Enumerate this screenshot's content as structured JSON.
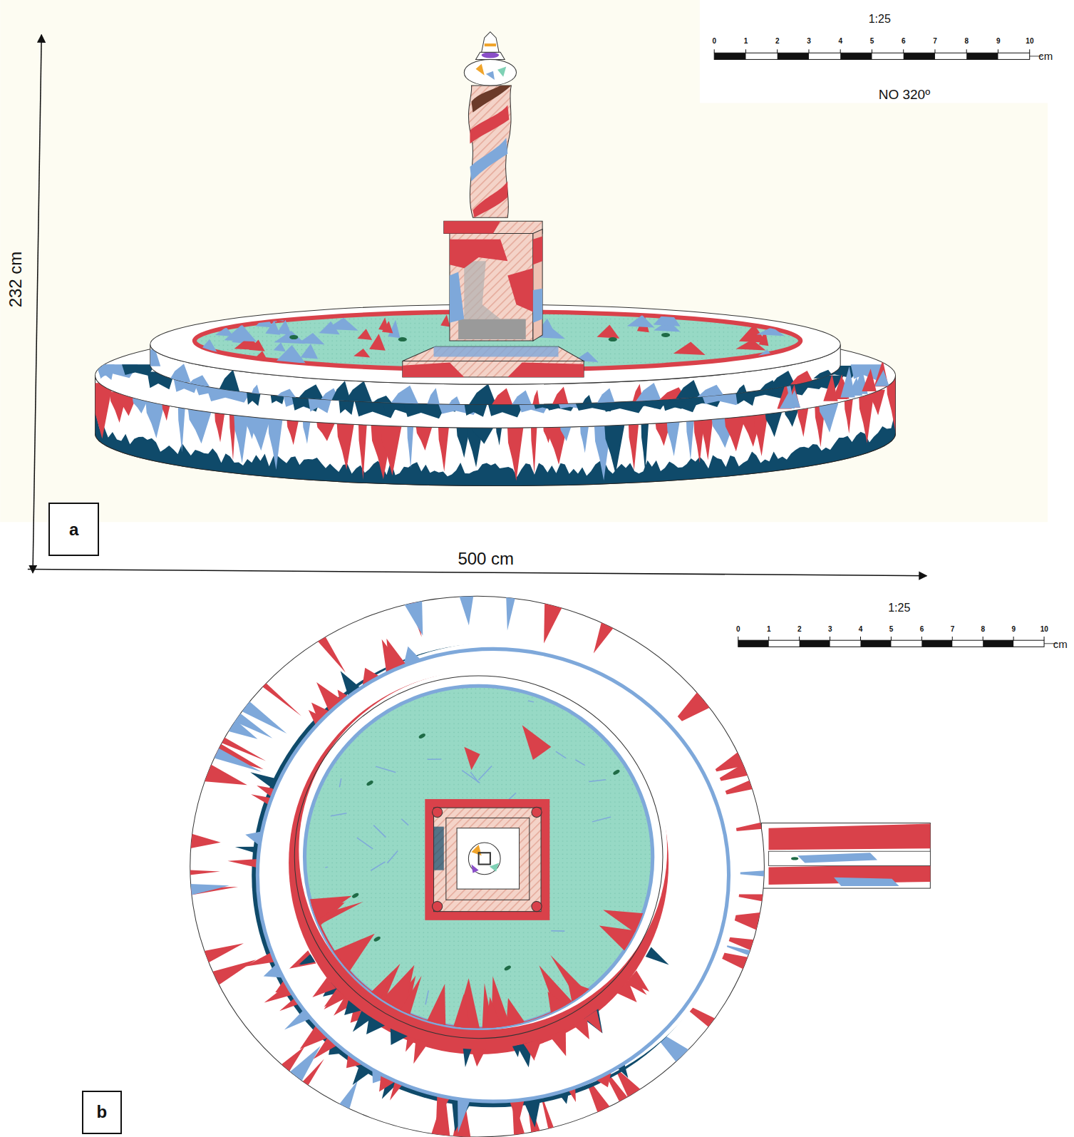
{
  "diagram": {
    "nodes": [
      {
        "text": [
          "a"
        ]
      },
      {
        "text": [
          "b"
        ]
      }
    ],
    "labels": [
      "1:25",
      "0",
      "1",
      "2",
      "3",
      "4",
      "5",
      "6",
      "7",
      "8",
      "9",
      "10",
      "cm",
      "NO 320º",
      "232 cm",
      "500 cm",
      "1:25",
      "0",
      "1",
      "2",
      "3",
      "4",
      "5",
      "6",
      "7",
      "8",
      "9",
      "10",
      "cm"
    ]
  }
}
